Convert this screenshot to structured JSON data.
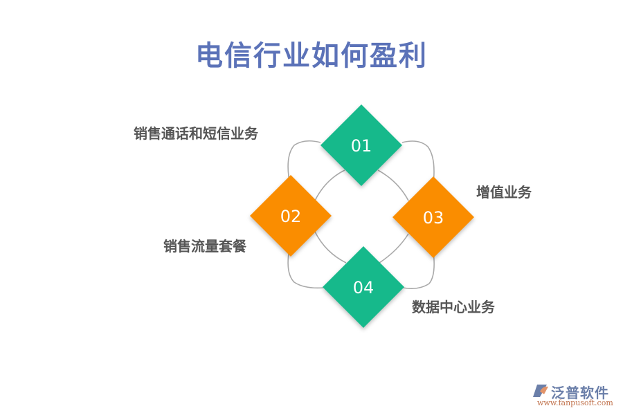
{
  "title": "电信行业如何盈利",
  "nodes": [
    {
      "id": "01",
      "label": "销售通话和短信业务",
      "color": "#13b98b"
    },
    {
      "id": "02",
      "label": "销售流量套餐",
      "color": "#fa8d00"
    },
    {
      "id": "03",
      "label": "增值业务",
      "color": "#fa8d00"
    },
    {
      "id": "04",
      "label": "数据中心业务",
      "color": "#13b98b"
    }
  ],
  "colors": {
    "title": "#5b72b8",
    "green": "#13b98b",
    "orange": "#fa8d00",
    "connector": "#a9a9a9",
    "label": "#555555"
  },
  "logo": {
    "name": "泛普软件",
    "url": "www.fanpusoft.com",
    "icon": "fanpu-logo-icon"
  }
}
